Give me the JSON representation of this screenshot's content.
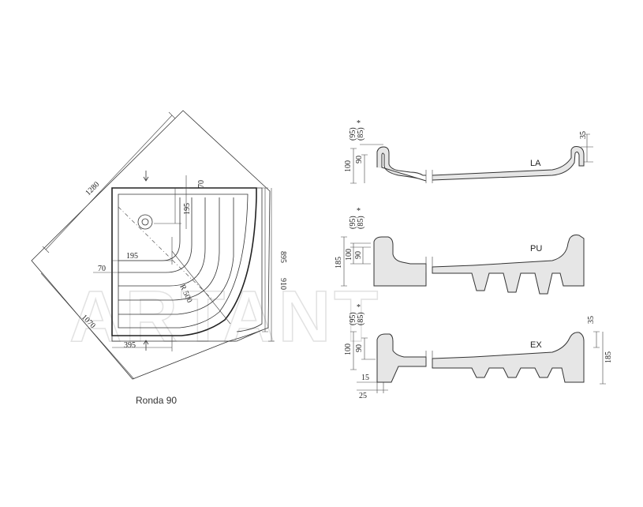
{
  "watermark": "ARTANT",
  "caption": "Ronda 90",
  "plan": {
    "dims": {
      "diag": "1280",
      "d70_top": "70",
      "d195_vert": "195",
      "d195_horiz": "195",
      "d70_left": "70",
      "radius": "R 500",
      "d895": "895",
      "d910": "910",
      "d1070": "1070",
      "d395": "395"
    }
  },
  "profiles": [
    {
      "label": "LA",
      "dims": {
        "p95": "(95)",
        "p85": "(85)",
        "star": "*",
        "d100": "100",
        "d90": "90",
        "d35": "35"
      }
    },
    {
      "label": "PU",
      "dims": {
        "p95": "(95)",
        "p85": "(85)",
        "star": "*",
        "d185": "185",
        "d100": "100",
        "d90": "90"
      }
    },
    {
      "label": "EX",
      "dims": {
        "p95": "(95)",
        "p85": "(85)",
        "star": "*",
        "d100": "100",
        "d90": "90",
        "d35": "35",
        "d185": "185",
        "d15": "15",
        "d25": "25"
      }
    }
  ]
}
